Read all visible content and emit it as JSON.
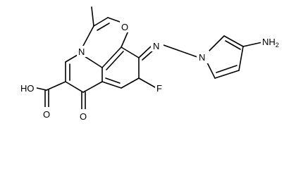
{
  "molecule": {
    "labels": {
      "oxygen_ring": "O",
      "nitrogen_ring": "N",
      "imine_n": "N",
      "pyrrole_n": "N",
      "fluorine": "F",
      "ketone_o": "O",
      "acid_oh": "HO",
      "acid_o": "O",
      "amine_main": "NH",
      "amine_sub": "2"
    }
  }
}
